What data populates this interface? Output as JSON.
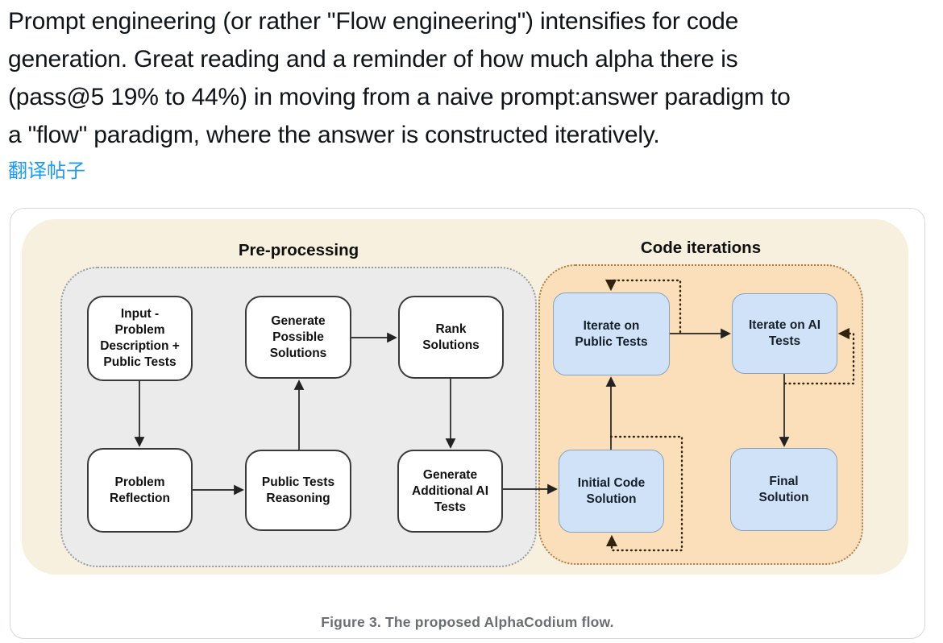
{
  "post": {
    "lines": [
      "Prompt engineering (or rather \"Flow engineering\") intensifies for code",
      "generation. Great reading and a reminder of how much alpha there is",
      "(pass@5 19% to 44%) in moving from a naive prompt:answer paradigm to",
      "a \"flow\" paradigm, where the answer is constructed iteratively."
    ],
    "translate_link": "翻译帖子"
  },
  "figure": {
    "sections": {
      "preprocessing": {
        "title": "Pre-processing"
      },
      "code_iterations": {
        "title": "Code iterations"
      }
    },
    "nodes": {
      "input": {
        "label": "Input -\nProblem\nDescription +\nPublic Tests",
        "section": "preprocessing"
      },
      "generate_possible": {
        "label": "Generate\nPossible\nSolutions",
        "section": "preprocessing"
      },
      "rank": {
        "label": "Rank\nSolutions",
        "section": "preprocessing"
      },
      "problem_reflection": {
        "label": "Problem\nReflection",
        "section": "preprocessing"
      },
      "public_tests_reasoning": {
        "label": "Public Tests\nReasoning",
        "section": "preprocessing"
      },
      "generate_ai_tests": {
        "label": "Generate\nAdditional AI\nTests",
        "section": "preprocessing"
      },
      "iterate_public": {
        "label": "Iterate on\nPublic Tests",
        "section": "code_iterations"
      },
      "iterate_ai": {
        "label": "Iterate on AI\nTests",
        "section": "code_iterations"
      },
      "initial_code": {
        "label": "Initial Code\nSolution",
        "section": "code_iterations"
      },
      "final_solution": {
        "label": "Final\nSolution",
        "section": "code_iterations"
      }
    },
    "edges": [
      {
        "from": "input",
        "to": "problem_reflection",
        "style": "solid"
      },
      {
        "from": "problem_reflection",
        "to": "public_tests_reasoning",
        "style": "solid"
      },
      {
        "from": "public_tests_reasoning",
        "to": "generate_possible",
        "style": "solid"
      },
      {
        "from": "generate_possible",
        "to": "rank",
        "style": "solid"
      },
      {
        "from": "rank",
        "to": "generate_ai_tests",
        "style": "solid"
      },
      {
        "from": "generate_ai_tests",
        "to": "initial_code",
        "style": "solid"
      },
      {
        "from": "initial_code",
        "to": "iterate_public",
        "style": "solid"
      },
      {
        "from": "iterate_public",
        "to": "iterate_ai",
        "style": "solid"
      },
      {
        "from": "iterate_ai",
        "to": "final_solution",
        "style": "solid"
      },
      {
        "from": "iterate_public",
        "to": "iterate_public",
        "style": "dotted-loop"
      },
      {
        "from": "iterate_ai",
        "to": "iterate_ai",
        "style": "dotted-loop"
      },
      {
        "from": "initial_code",
        "to": "initial_code",
        "style": "dotted-loop"
      }
    ],
    "caption": "Figure 3. The proposed AlphaCodium flow.",
    "colors": {
      "figure_background": "#f7f0de",
      "preprocessing_fill": "#ebebeb",
      "preprocessing_border": "#9a9a9a",
      "code_iterations_fill": "#fbdfbb",
      "code_iterations_border": "#a87f4f",
      "node_white_fill": "#ffffff",
      "node_blue_fill": "#cfe2f7",
      "node_blue_border": "#88a2c2",
      "link_blue": "#1d9bf0",
      "post_text": "#0f1419",
      "caption_text": "#6a6d71"
    }
  }
}
